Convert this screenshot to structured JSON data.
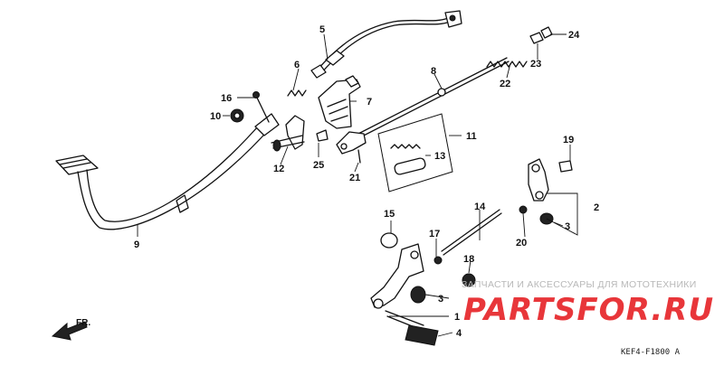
{
  "callouts": {
    "c1": "1",
    "c2": "2",
    "c3a": "3",
    "c3b": "3",
    "c4": "4",
    "c5": "5",
    "c6": "6",
    "c7": "7",
    "c8": "8",
    "c9": "9",
    "c10": "10",
    "c11": "11",
    "c12": "12",
    "c13": "13",
    "c14": "14",
    "c15": "15",
    "c16": "16",
    "c17": "17",
    "c18": "18",
    "c19": "19",
    "c20": "20",
    "c21": "21",
    "c22": "22",
    "c23": "23",
    "c24": "24",
    "c25": "25"
  },
  "direction_label": "FR.",
  "diagram_code": "KEF4-F1800 A",
  "watermark": {
    "tagline": "ЗАПЧАСТИ И АКСЕССУАРЫ ДЛЯ МОТОТЕХНИКИ",
    "logo": "PARTSFOR.RU",
    "logo_color": "#e8363a"
  }
}
